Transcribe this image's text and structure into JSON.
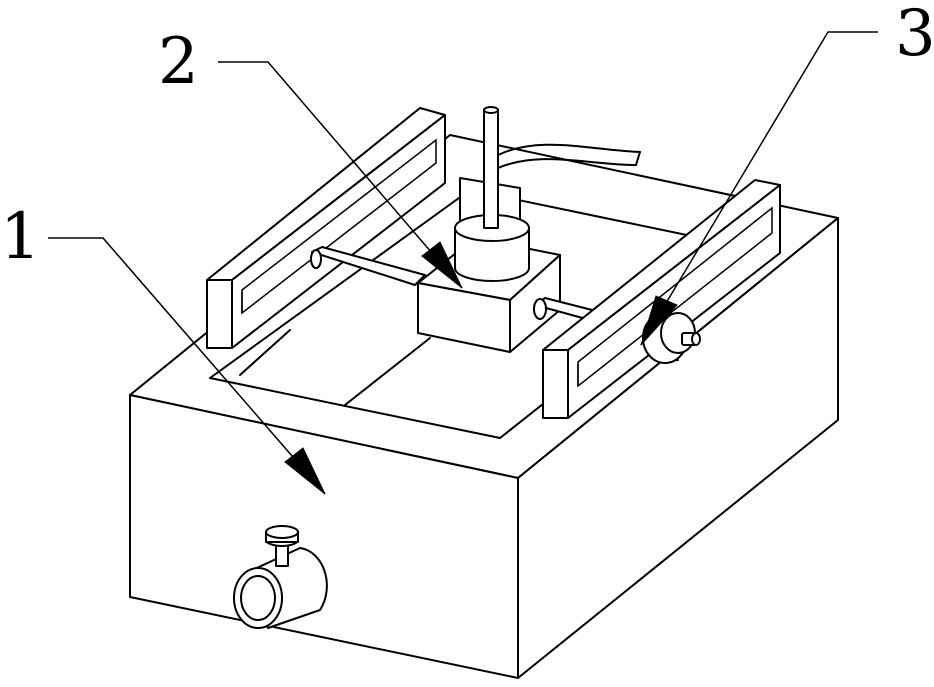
{
  "figure": {
    "callouts": [
      {
        "id": "callout-1",
        "number": "1"
      },
      {
        "id": "callout-2",
        "number": "2"
      },
      {
        "id": "callout-3",
        "number": "3"
      }
    ]
  }
}
